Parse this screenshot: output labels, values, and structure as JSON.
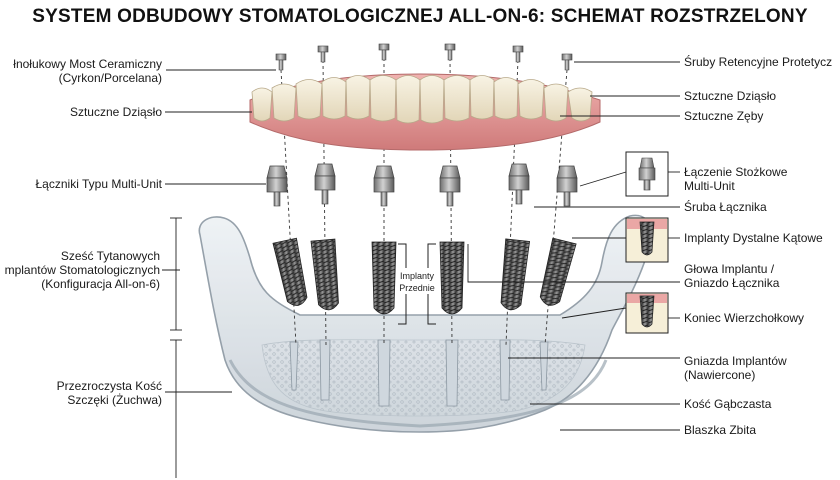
{
  "title": "SYSTEM ODBUDOWY STOMATOLOGICZNEJ ALL-ON-6: SCHEMAT ROZSTRZELONY",
  "labels_left": {
    "bridge": [
      "łnołukowy Most Ceramiczny",
      "(Cyrkon/Porcelana)"
    ],
    "gum": [
      "Sztuczne Dziąsło"
    ],
    "abutments": [
      "Łączniki Typu Multi-Unit"
    ],
    "six_implants": [
      "Sześć Tytanowych",
      "mplantów Stomatologicznych",
      "(Konfiguracja All-on-6)"
    ],
    "bone": [
      "Przezroczysta Kość",
      "Szczęki (Żuchwa)"
    ]
  },
  "labels_right": {
    "screws": [
      "Śruby Retencyjne Protetycz"
    ],
    "gum": [
      "Sztuczne Dziąsło"
    ],
    "teeth": [
      "Sztuczne Zęby"
    ],
    "conical": [
      "Łączenie Stożkowe",
      "Multi-Unit"
    ],
    "abutment_screw": [
      "Śruba Łącznika"
    ],
    "distal": [
      "Implanty Dystalne Kątowe"
    ],
    "head": [
      "Głowa Implantu /",
      "Gniazdo Łącznika"
    ],
    "apex": [
      "Koniec Wierzchołkowy"
    ],
    "sockets": [
      "Gniazda Implantów",
      "(Nawiercone)"
    ],
    "cancellous": [
      "Kość Gąbczasta"
    ],
    "cortical": [
      "Blaszka Zbita"
    ]
  },
  "center_label": [
    "Implanty",
    "Przednie"
  ],
  "colors": {
    "tooth": "#f3ecd9",
    "gum": "#e59a9a",
    "titanium": "#a8a8a8",
    "bone": "#dde3e8",
    "line": "#222222"
  }
}
